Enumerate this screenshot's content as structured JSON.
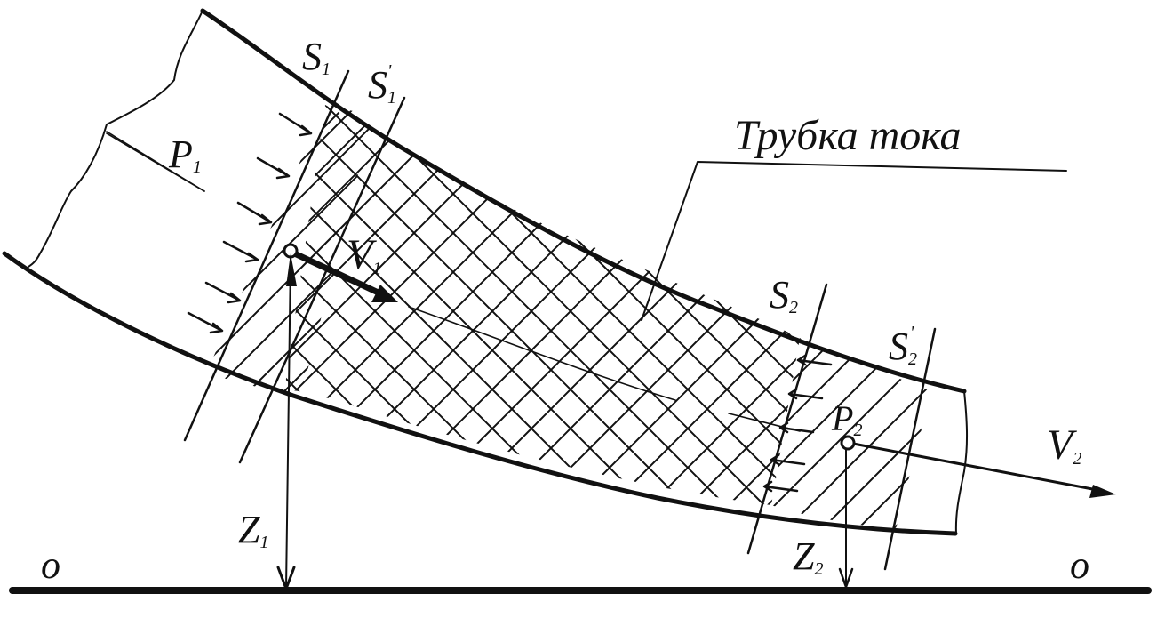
{
  "labels": {
    "s1": "S",
    "s1_sub": "1",
    "s1_prime": "S",
    "s1_prime_sub": "1",
    "s1_prime_mark": "'",
    "s2": "S",
    "s2_sub": "2",
    "s2_prime": "S",
    "s2_prime_sub": "2",
    "s2_prime_mark": "'",
    "p1": "P",
    "p1_sub": "1",
    "p2": "P",
    "p2_sub": "2",
    "v1": "V",
    "v1_sub": "1",
    "v2": "V",
    "v2_sub": "2",
    "z1": "Z",
    "z1_sub": "1",
    "z2": "Z",
    "z2_sub": "2",
    "datum_left": "o",
    "datum_right": "o",
    "tube_title": "Трубка тока"
  }
}
